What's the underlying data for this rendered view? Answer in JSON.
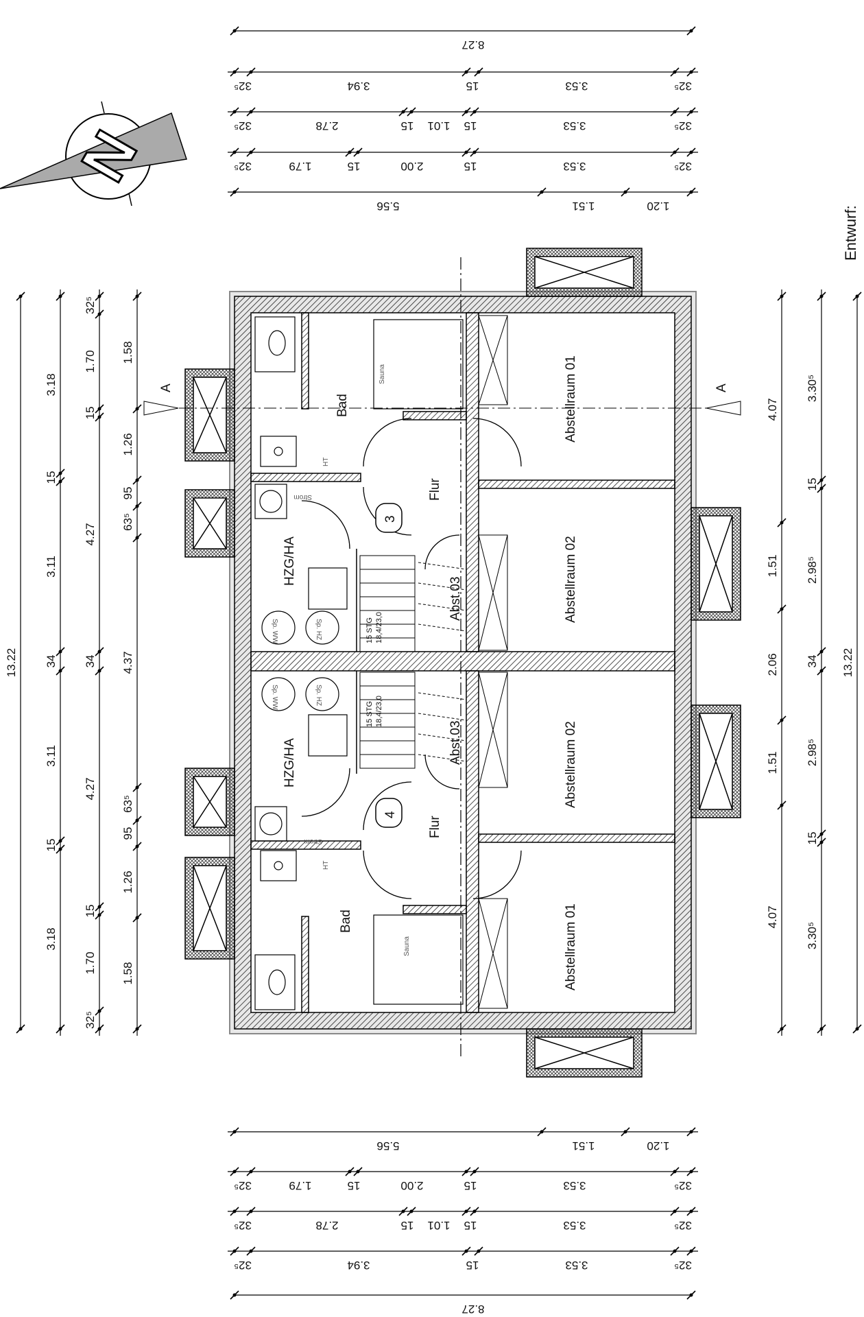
{
  "plan": {
    "section_marker": "A",
    "entwurf_label": "Entwurf:",
    "north_label": "N",
    "units": [
      {
        "number": "3",
        "rooms": {
          "bad": "Bad",
          "sauna": "Sauna",
          "flur": "Flur",
          "hzg": "HZG/HA",
          "abstellraum1": "Abstellraum 01",
          "abstellraum2": "Abstellraum 02",
          "abst03": "Abst.03",
          "strom": "Strom",
          "ht": "HT",
          "sp_ww": "Sp. WW",
          "sp_hz": "Sp. HZ",
          "stairs": "15 STG",
          "stairs_dim": "18,4/23,0"
        }
      },
      {
        "number": "4",
        "rooms": {
          "bad": "Bad",
          "sauna": "Sauna",
          "flur": "Flur",
          "hzg": "HZG/HA",
          "abstellraum1": "Abstellraum 01",
          "abstellraum2": "Abstellraum 02",
          "abst03": "Abst.03",
          "strom": "Strom",
          "ht": "HT",
          "sp_ww": "Sp. WW",
          "sp_hz": "Sp. HZ",
          "stairs": "15 STG",
          "stairs_dim": "18,4/23,0"
        }
      }
    ],
    "dims_left": {
      "overall": "13.22",
      "col1": [
        "3.18",
        "15",
        "3.11",
        "34",
        "3.11",
        "15",
        "3.18"
      ],
      "col2": [
        "32⁵",
        "1.70",
        "15",
        "4.27",
        "34",
        "4.27",
        "15",
        "1.70",
        "32⁵"
      ],
      "col3": [
        "1.58",
        "1.26",
        "95",
        "63⁵",
        "4.37",
        "63⁵",
        "95",
        "1.26",
        "1.58"
      ]
    },
    "dims_right": {
      "overall": "13.22",
      "col1": [
        "4.07",
        "1.51",
        "2.06",
        "1.51",
        "4.07"
      ],
      "col2": [
        "3.30⁵",
        "15",
        "2.98⁵",
        "34",
        "2.98⁵",
        "15",
        "3.30⁵"
      ]
    },
    "dims_top": {
      "overall": "8.27",
      "row1": [
        "32⁵",
        "3.94",
        "15",
        "3.53",
        "32⁵"
      ],
      "row2": [
        "32⁵",
        "2.78",
        "15",
        "1.01",
        "15",
        "3.53",
        "32⁵"
      ],
      "row3": [
        "32⁵",
        "1.79",
        "15",
        "2.00",
        "15",
        "3.53",
        "32⁵"
      ],
      "row4": [
        "5.56",
        "1.51",
        "1.20"
      ]
    },
    "dims_bottom": {
      "overall": "8.27",
      "row1": [
        "32⁵",
        "3.94",
        "15",
        "3.53",
        "32⁵"
      ],
      "row2": [
        "32⁵",
        "2.78",
        "15",
        "1.01",
        "15",
        "3.53",
        "32⁵"
      ],
      "row3": [
        "32⁵",
        "1.79",
        "15",
        "2.00",
        "15",
        "3.53",
        "32⁵"
      ],
      "row4": [
        "5.56",
        "1.51",
        "1.20"
      ]
    }
  }
}
